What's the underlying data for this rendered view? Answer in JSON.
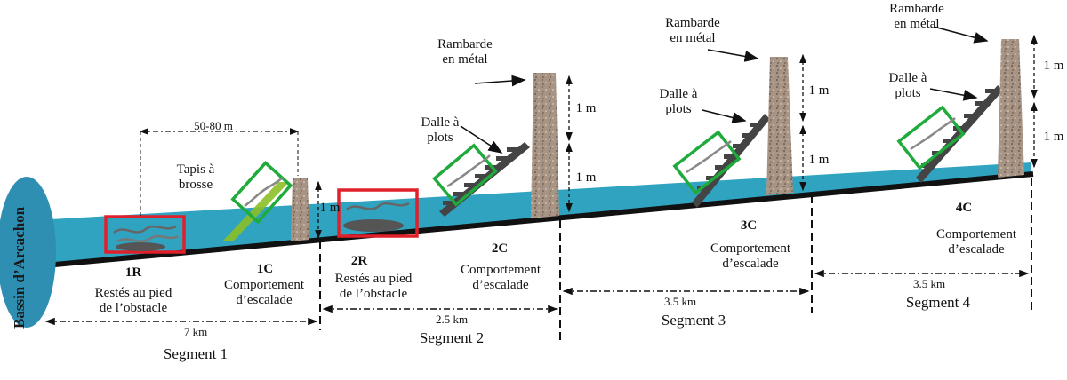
{
  "basin": "Bassin d’Arcachon",
  "colors": {
    "water": "#2fa3c0",
    "basin": "#2e8fb3",
    "ground": "#111111",
    "red_box": "#e0202a",
    "green_box": "#1faa3c",
    "concrete": "#a89484",
    "brush": "#8cbf26"
  },
  "obstacles": {
    "o1": {
      "codes": [
        "1R",
        "1C"
      ],
      "labels": [
        "Restés au pied\nde l’obstacle",
        "Comportement\nd’escalade"
      ]
    },
    "o2": {
      "codes": [
        "2R",
        "2C"
      ],
      "labels": [
        "Restés au pied\nde l’obstacle",
        "Comportement\nd’escalade"
      ]
    },
    "o3": {
      "codes": [
        "3C"
      ],
      "labels": [
        "Comportement\nd’escalade"
      ]
    },
    "o4": {
      "codes": [
        "4C"
      ],
      "labels": [
        "Comportement\nd’escalade"
      ]
    }
  },
  "annotations": {
    "tapis": "Tapis à\nbrosse",
    "dalle": "Dalle à\nplots",
    "rambarde": "Rambarde\nen métal",
    "dist_50_80": "50-80 m",
    "h1": "1 m"
  },
  "segments": [
    {
      "name": "Segment 1",
      "length": "7 km"
    },
    {
      "name": "Segment 2",
      "length": "2.5 km"
    },
    {
      "name": "Segment 3",
      "length": "3.5 km"
    },
    {
      "name": "Segment 4",
      "length": "3.5 km"
    }
  ]
}
